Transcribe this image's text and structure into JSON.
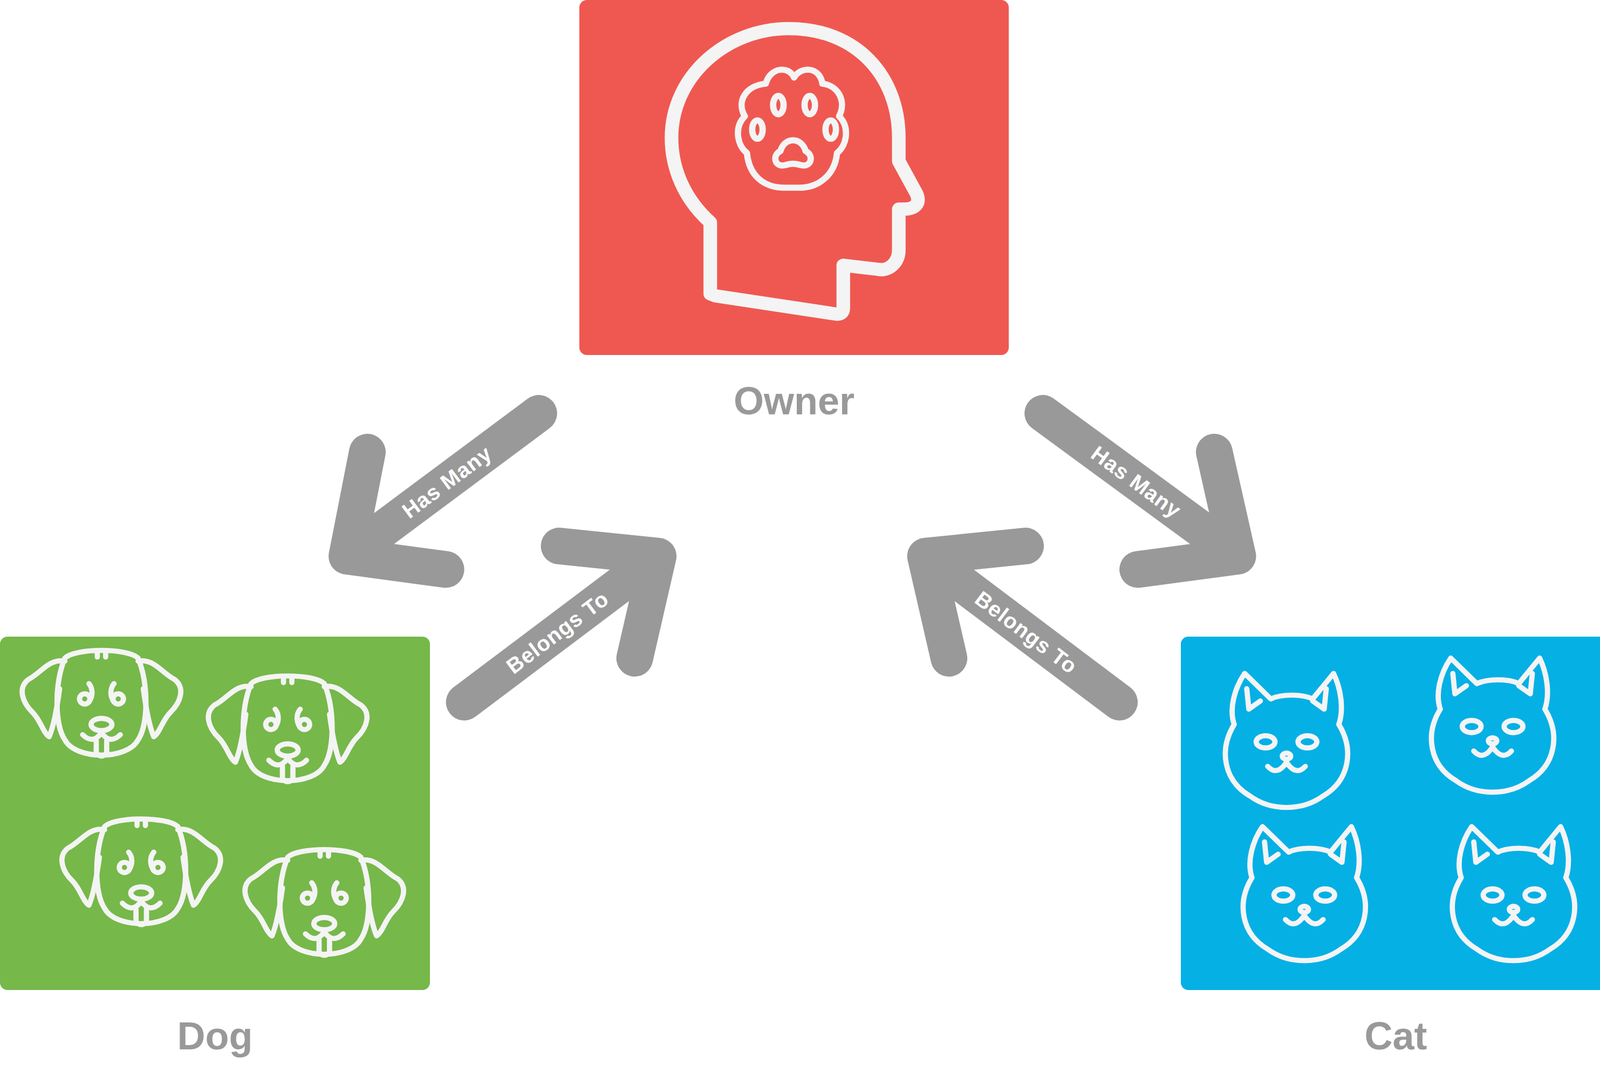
{
  "diagram": {
    "nodes": [
      {
        "text": [
          "Owner"
        ]
      },
      {
        "text": [
          "Dog"
        ]
      },
      {
        "text": [
          "Cat"
        ]
      }
    ],
    "edges": [
      {
        "from": 0,
        "to": 1,
        "label": "Has Many",
        "arrow": "to"
      },
      {
        "from": 1,
        "to": 0,
        "label": "Belongs To",
        "arrow": "to"
      },
      {
        "from": 0,
        "to": 2,
        "label": "Has Many",
        "arrow": "to"
      },
      {
        "from": 2,
        "to": 0,
        "label": "Belongs To",
        "arrow": "to"
      }
    ]
  }
}
